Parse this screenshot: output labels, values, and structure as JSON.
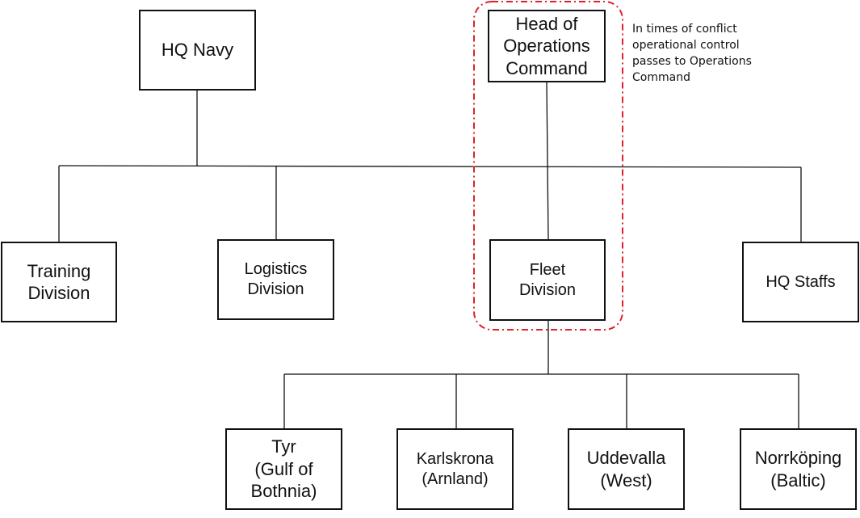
{
  "nodes": {
    "hq_navy": "HQ Navy",
    "head_ops": "Head of\nOperations\nCommand",
    "training": "Training\nDivision",
    "logistics": "Logistics\nDivision",
    "fleet": "Fleet\nDivision",
    "hq_staffs": "HQ Staffs",
    "tyr": "Tyr\n(Gulf of\nBothnia)",
    "karlskrona": "Karlskrona\n(Arnland)",
    "uddevalla": "Uddevalla\n(West)",
    "norrkoping": "Norrköping\n(Baltic)"
  },
  "annotation": "In times of conflict operational control passes to Operations Command",
  "colors": {
    "line": "#111111",
    "highlight": "#e0202a"
  }
}
